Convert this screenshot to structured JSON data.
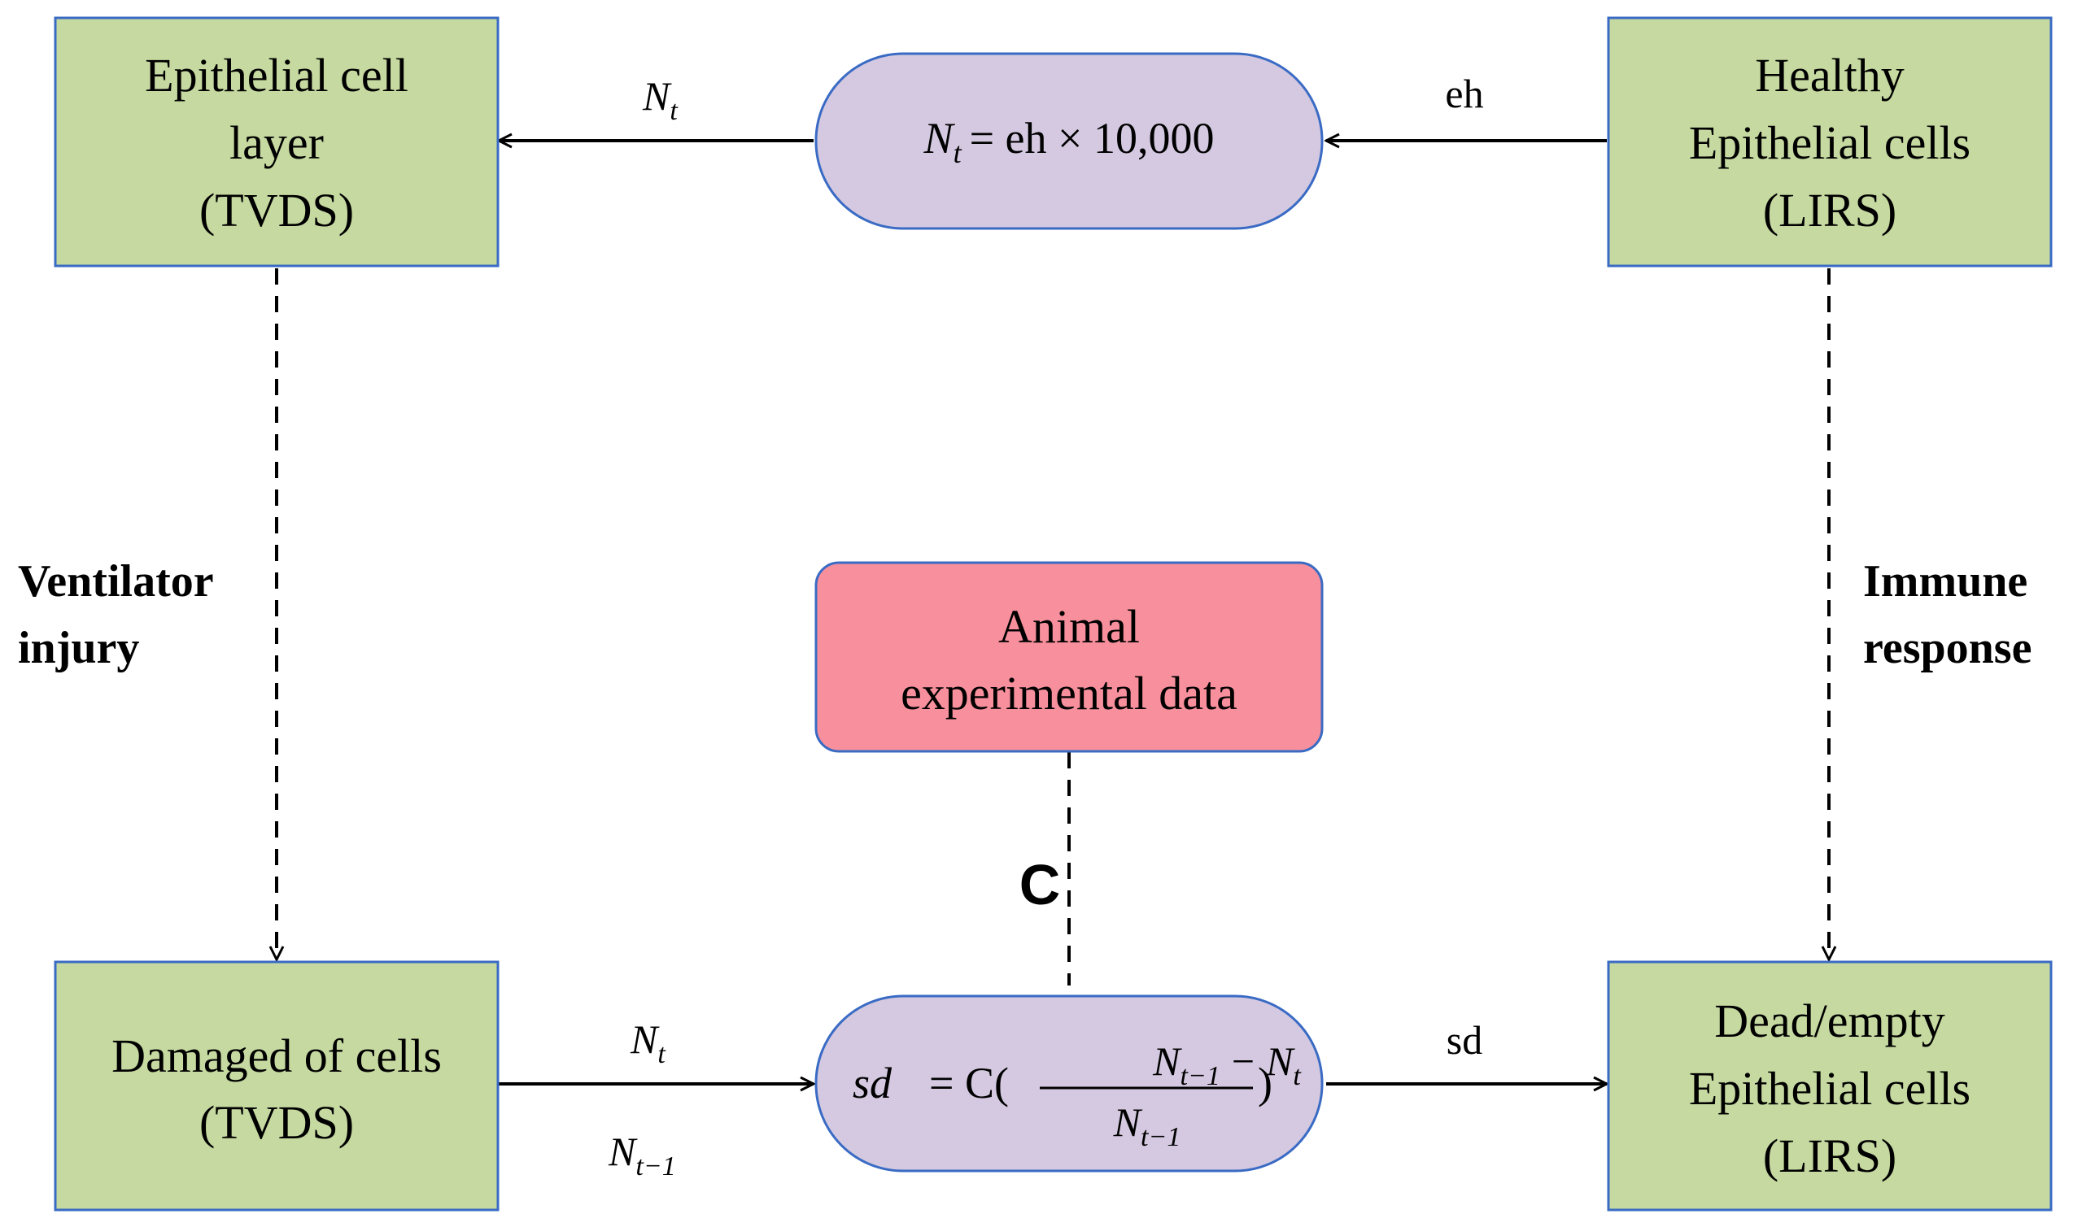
{
  "boxes": {
    "epithelial_layer": {
      "lines": [
        "Epithelial cell",
        "layer",
        "(TVDS)"
      ]
    },
    "healthy_cells": {
      "lines": [
        "Healthy",
        "Epithelial cells",
        "(LIRS)"
      ]
    },
    "damaged_cells": {
      "lines": [
        "Damaged of cells",
        "(TVDS)"
      ]
    },
    "dead_cells": {
      "lines": [
        "Dead/empty",
        "Epithelial cells",
        "(LIRS)"
      ]
    },
    "animal_data": {
      "lines": [
        "Animal",
        "experimental data"
      ]
    }
  },
  "formulas": {
    "top": {
      "lhs_var": "N",
      "lhs_sub": "t",
      "rhs": "= eh × 10,000"
    },
    "bottom": {
      "lhs": "sd",
      "eq": "= C(",
      "num_var1": "N",
      "num_sub1": "t−1",
      "minus": "−",
      "num_var2": "N",
      "num_sub2": "t",
      "close": ")",
      "den_var": "N",
      "den_sub": "t−1"
    }
  },
  "edge_labels": {
    "top_left": {
      "var": "N",
      "sub": "t"
    },
    "top_right": "eh",
    "bottom_left_top": {
      "var": "N",
      "sub": "t"
    },
    "bottom_left_bottom": {
      "var": "N",
      "sub": "t−1"
    },
    "bottom_right": "sd",
    "left_dashed": [
      "Ventilator",
      "injury"
    ],
    "right_dashed": [
      "Immune",
      "response"
    ],
    "center_dashed": "C"
  },
  "colors": {
    "green_box": "#c5d9a0",
    "purple_pill": "#d4c9e0",
    "pink_box": "#f7909c",
    "border_blue": "#3a6bc4"
  }
}
